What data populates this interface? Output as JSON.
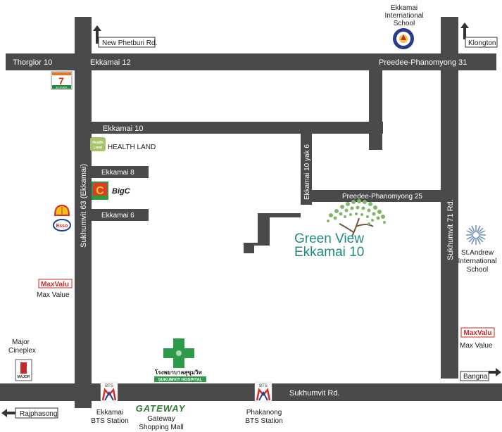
{
  "roads": {
    "thorglor": "Thorglor 10",
    "ekkamai12": "Ekkamai 12",
    "preedee31": "Preedee-Phanomyong 31",
    "ekkamai10": "Ekkamai 10",
    "ekkamai8": "Ekkamai 8",
    "ekkamai6": "Ekkamai 6",
    "sukhumvit63": "Sukhumvit 63 (Ekkamai)",
    "ekkamai10yak6": "Ekkamai 10 yak 6",
    "preedee25": "Preedee-Phanomyong 25",
    "sukhumvit71": "Sukhumvit 71 Rd.",
    "sukhumvit": "Sukhumvit Rd."
  },
  "directions": {
    "new_phetburi": "New Phetburi Rd.",
    "klongton": "Klongton",
    "bangna": "Bangna",
    "rajphasong": "Rajphasong"
  },
  "landmarks": {
    "ekkamai_school": [
      "Ekkamai",
      "International",
      "School"
    ],
    "seven_eleven": "7",
    "seven_eleven_sub": "ELEVEN",
    "health_land_logo": [
      "Health",
      "Land"
    ],
    "health_land": "HEALTH LAND",
    "bigc": "BigC",
    "bigc_logo": "C",
    "esso": "Esso",
    "maxvalu_logo": "MaxValu",
    "max_value": "Max Value",
    "major_cineplex": [
      "Major",
      "Cineplex"
    ],
    "major_logo": "MAJOR",
    "st_andrew": [
      "St.Andrew",
      "International",
      "School"
    ],
    "hospital_thai": "โรงพยาบาลสุขุมวิท",
    "hospital_en": "SUKUMVIT HOSPITAL",
    "bts_logo": "BTS",
    "ekkamai_bts": [
      "Ekkamai",
      "BTS Station"
    ],
    "phakanong_bts": [
      "Phakanong",
      "BTS Station"
    ],
    "gateway_logo": "GATEWAY",
    "gateway": [
      "Gateway",
      "Shopping Mall"
    ]
  },
  "project": {
    "name_line1": "Green View",
    "name_line2": "Ekkamai 10"
  },
  "colors": {
    "road": "#4a4a4a",
    "project_green": "#1f8a7a",
    "tree": "#7fb76a",
    "hospital": "#2e9b4a"
  }
}
